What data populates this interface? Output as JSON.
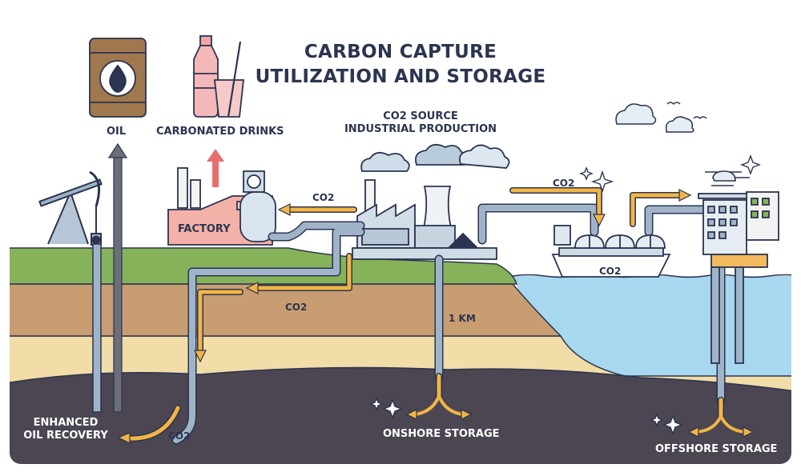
{
  "title": {
    "line1": "CARBON CAPTURE",
    "line2": "UTILIZATION AND STORAGE"
  },
  "source": {
    "line1": "CO2 SOURCE",
    "line2": "INDUSTRIAL PRODUCTION"
  },
  "labels": {
    "oil": "OIL",
    "carbonated_drinks": "CARBONATED DRINKS",
    "factory": "FACTORY",
    "co2_to_factory": "CO2",
    "co2_underground": "CO2",
    "co2_to_ship": "CO2",
    "co2_ship": "CO2",
    "co2_recovery": "CO2",
    "depth": "1 KM",
    "enhanced_oil_recovery_line1": "ENHANCED",
    "enhanced_oil_recovery_line2": "OIL RECOVERY",
    "onshore_storage": "ONSHORE STORAGE",
    "offshore_storage": "OFFSHORE STORAGE"
  },
  "colors": {
    "pipe": "#9fb4c8",
    "co2_flow": "#f2b544",
    "ground_top": "#86b35a",
    "soil": "#c99d72",
    "sand": "#f2dca7",
    "deep_rock": "#4b4652",
    "sea": "#a8d8f0",
    "outline": "#2b3450"
  },
  "icons": [
    "oil-barrel-icon",
    "bottle-icon",
    "glass-icon",
    "cloud-icon",
    "bird-icon",
    "sparkle-icon",
    "helicopter-icon"
  ]
}
